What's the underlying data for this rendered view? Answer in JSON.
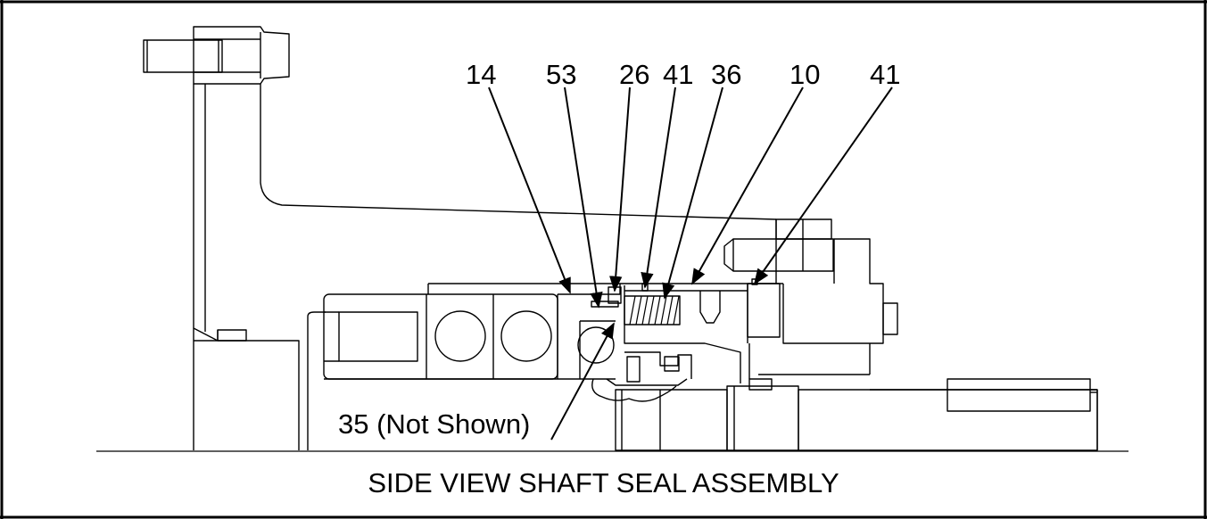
{
  "diagram": {
    "caption": "SIDE VIEW SHAFT SEAL ASSEMBLY",
    "callouts": [
      {
        "id": "c14",
        "text": "14"
      },
      {
        "id": "c53",
        "text": "53"
      },
      {
        "id": "c26",
        "text": "26"
      },
      {
        "id": "c41a",
        "text": "41"
      },
      {
        "id": "c36",
        "text": "36"
      },
      {
        "id": "c10",
        "text": "10"
      },
      {
        "id": "c41b",
        "text": "41"
      },
      {
        "id": "c35",
        "text": "35 (Not Shown)"
      }
    ],
    "colors": {
      "line": "#000000",
      "background": "#ffffff"
    }
  }
}
